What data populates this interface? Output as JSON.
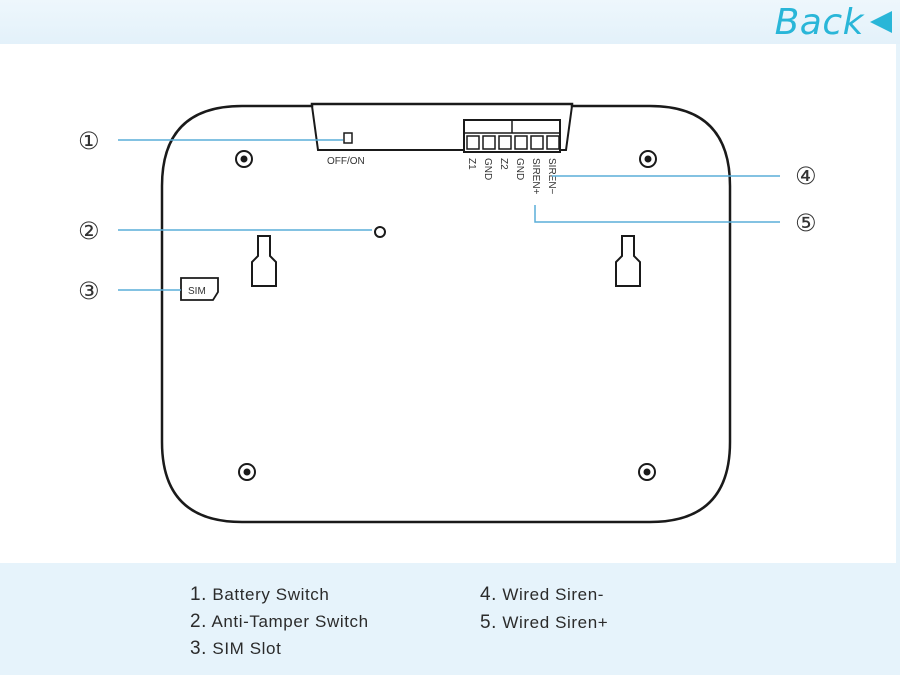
{
  "header": {
    "back_label": "Back",
    "back_icon": "triangle-left-icon",
    "accent_color": "#29b6d8"
  },
  "diagram": {
    "callouts": [
      "①",
      "②",
      "③",
      "④",
      "⑤"
    ],
    "switch_label": "OFF/ON",
    "sim_label": "SIM",
    "terminals": [
      "Z1",
      "GND",
      "Z2",
      "GND",
      "SIREN+",
      "SIREN−"
    ]
  },
  "legend": {
    "items": [
      {
        "num": "1.",
        "label": "Battery Switch"
      },
      {
        "num": "2.",
        "label": "Anti-Tamper Switch"
      },
      {
        "num": "3.",
        "label": "SIM Slot"
      },
      {
        "num": "4.",
        "label": "Wired Siren-"
      },
      {
        "num": "5.",
        "label": "Wired Siren+"
      }
    ]
  }
}
